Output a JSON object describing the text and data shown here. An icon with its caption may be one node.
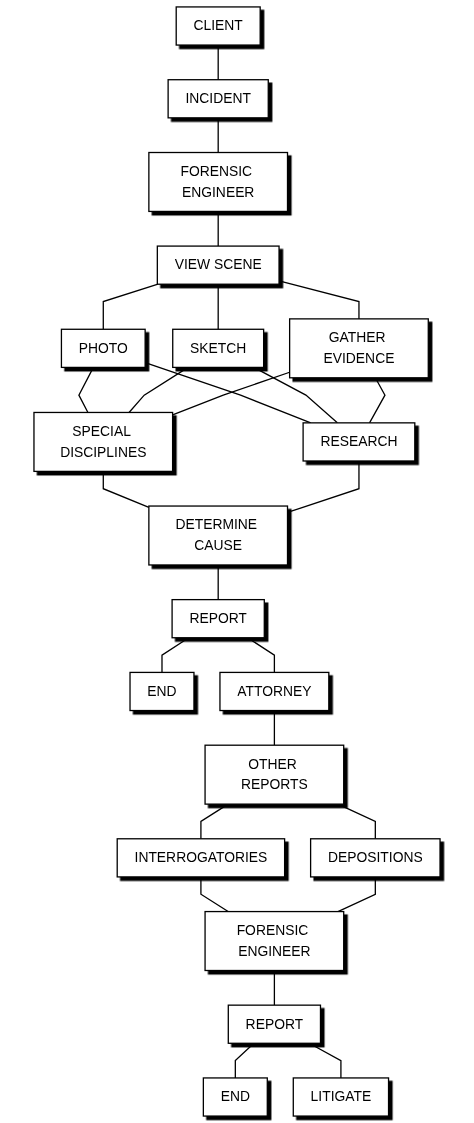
{
  "diagram": {
    "nodes": [
      {
        "text": [
          "CLIENT"
        ]
      },
      {
        "text": [
          "INCIDENT"
        ]
      },
      {
        "text": [
          "FORENSIC ENGINEER"
        ]
      },
      {
        "text": [
          "VIEW SCENE"
        ]
      },
      {
        "text": [
          "PHOTO"
        ]
      },
      {
        "text": [
          "SKETCH"
        ]
      },
      {
        "text": [
          "GATHER EVIDENCE"
        ]
      },
      {
        "text": [
          "SPECIAL DISCIPLINES"
        ]
      },
      {
        "text": [
          "RESEARCH"
        ]
      },
      {
        "text": [
          "DETERMINE CAUSE"
        ]
      },
      {
        "text": [
          "REPORT"
        ]
      },
      {
        "text": [
          "END"
        ]
      },
      {
        "text": [
          "ATTORNEY"
        ]
      },
      {
        "text": [
          "OTHER REPORTS"
        ]
      },
      {
        "text": [
          "INTERROGATORIES"
        ]
      },
      {
        "text": [
          "DEPOSITIONS"
        ]
      },
      {
        "text": [
          "FORENSIC ENGINEER"
        ]
      },
      {
        "text": [
          "REPORT"
        ]
      },
      {
        "text": [
          "END"
        ]
      },
      {
        "text": [
          "LITIGATE"
        ]
      }
    ],
    "edges": [
      {
        "from": 0,
        "to": 1,
        "arrow": "none"
      },
      {
        "from": 1,
        "to": 2,
        "arrow": "none"
      },
      {
        "from": 2,
        "to": 3,
        "arrow": "none"
      },
      {
        "from": 3,
        "to": 4,
        "arrow": "none"
      },
      {
        "from": 3,
        "to": 5,
        "arrow": "none"
      },
      {
        "from": 3,
        "to": 6,
        "arrow": "none"
      },
      {
        "from": 4,
        "to": 7,
        "arrow": "none"
      },
      {
        "from": 4,
        "to": 8,
        "arrow": "none"
      },
      {
        "from": 5,
        "to": 7,
        "arrow": "none"
      },
      {
        "from": 5,
        "to": 8,
        "arrow": "none"
      },
      {
        "from": 6,
        "to": 7,
        "arrow": "none"
      },
      {
        "from": 6,
        "to": 8,
        "arrow": "none"
      },
      {
        "from": 7,
        "to": 9,
        "arrow": "none"
      },
      {
        "from": 8,
        "to": 9,
        "arrow": "none"
      },
      {
        "from": 9,
        "to": 10,
        "arrow": "none"
      },
      {
        "from": 10,
        "to": 11,
        "arrow": "none"
      },
      {
        "from": 10,
        "to": 12,
        "arrow": "none"
      },
      {
        "from": 12,
        "to": 13,
        "arrow": "none"
      },
      {
        "from": 13,
        "to": 14,
        "arrow": "none"
      },
      {
        "from": 13,
        "to": 15,
        "arrow": "none"
      },
      {
        "from": 14,
        "to": 16,
        "arrow": "none"
      },
      {
        "from": 15,
        "to": 16,
        "arrow": "none"
      },
      {
        "from": 16,
        "to": 17,
        "arrow": "none"
      },
      {
        "from": 17,
        "to": 18,
        "arrow": "none"
      },
      {
        "from": 17,
        "to": 19,
        "arrow": "none"
      }
    ]
  }
}
